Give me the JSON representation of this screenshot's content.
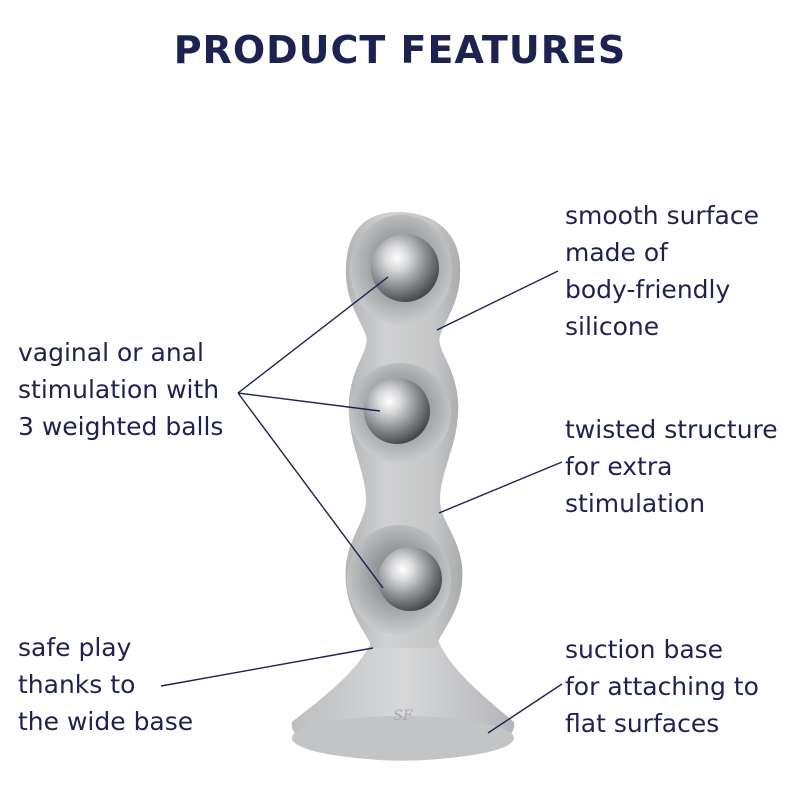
{
  "title": "PRODUCT FEATURES",
  "features": {
    "left_top": [
      "vaginal or anal",
      "stimulation with",
      "3 weighted balls"
    ],
    "left_bottom": [
      "safe play",
      "thanks to",
      "the wide base"
    ],
    "right_top": [
      "smooth surface",
      "made of",
      "body-friendly",
      "silicone"
    ],
    "right_mid": [
      "twisted structure",
      "for extra",
      "stimulation"
    ],
    "right_bottom": [
      "suction base",
      "for attaching to",
      "flat surfaces"
    ]
  },
  "product": {
    "body_color": "#c9cacb",
    "ball_color": "#9a9ca0",
    "line_color": "#1c2350",
    "logo_text": "SF"
  }
}
